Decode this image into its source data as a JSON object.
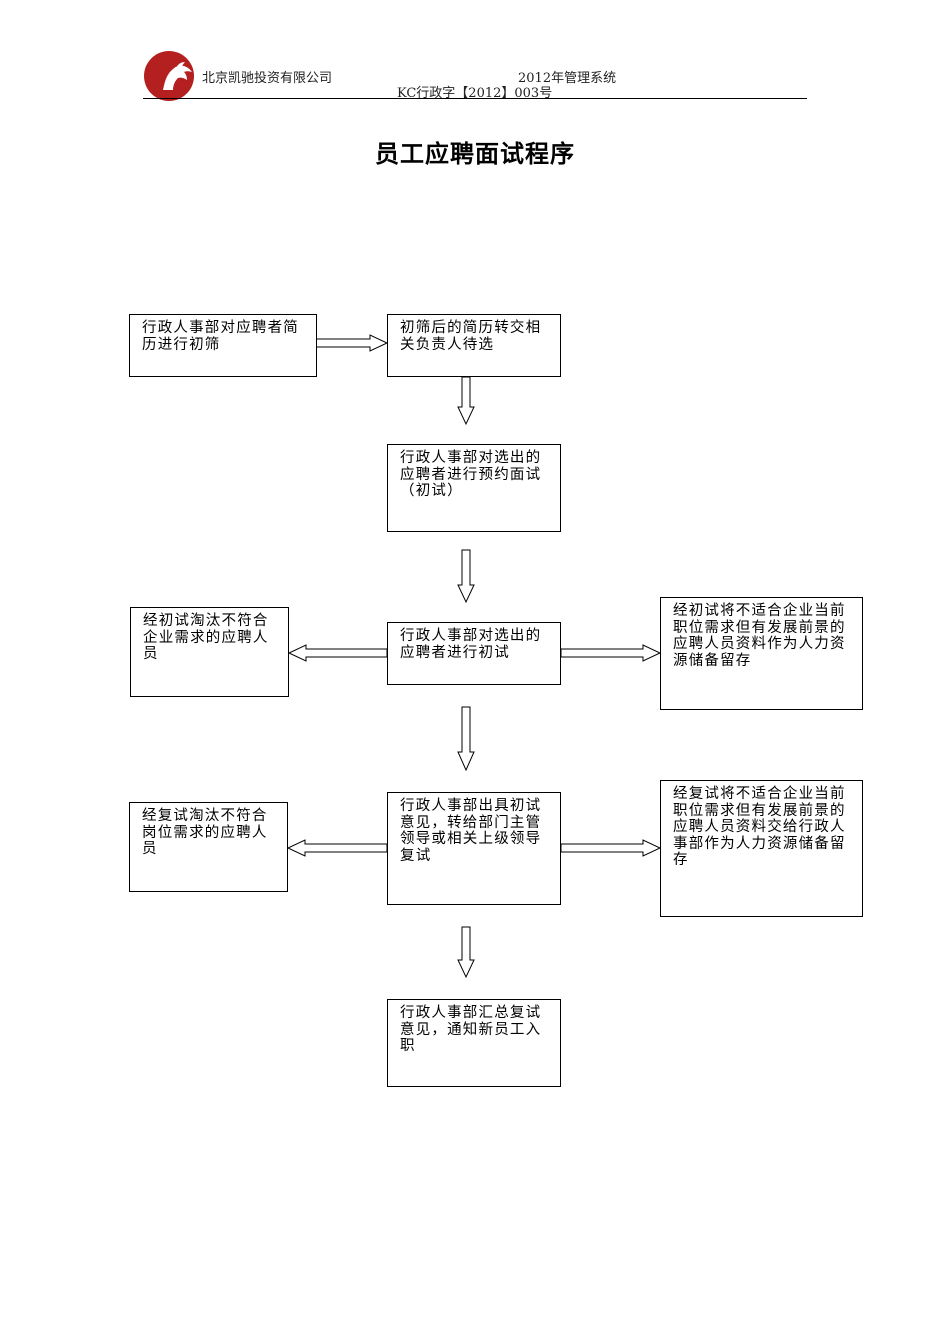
{
  "header": {
    "company": "北京凯驰投资有限公司",
    "system": "2012年管理系统",
    "doc_number": "KC行政字【2012】003号",
    "logo_color": "#b3201f"
  },
  "title": "员工应聘面试程序",
  "diagram": {
    "nodes": {
      "screen_resumes": "行政人事部对应聘者简历进行初筛",
      "forward_resumes": "初筛后的简历转交相关负责人待选",
      "schedule_first": "行政人事部对选出的应聘者进行预约面试（初试）",
      "first_interview": "行政人事部对选出的应聘者进行初试",
      "first_reject": "经初试淘汰不符合企业需求的应聘人员",
      "first_reserve": "经初试将不适合企业当前职位需求但有发展前景的应聘人员资料作为人力资源储备留存",
      "second_interview": "行政人事部出具初试意见，转给部门主管领导或相关上级领导复试",
      "second_reject": "经复试淘汰不符合岗位需求的应聘人员",
      "second_reserve": "经复试将不适合企业当前职位需求但有发展前景的应聘人员资料交给行政人事部作为人力资源储备留存",
      "onboard": "行政人事部汇总复试意见，通知新员工入职"
    },
    "edges": [
      {
        "from": "screen_resumes",
        "to": "forward_resumes"
      },
      {
        "from": "forward_resumes",
        "to": "schedule_first"
      },
      {
        "from": "schedule_first",
        "to": "first_interview"
      },
      {
        "from": "first_interview",
        "to": "first_reject"
      },
      {
        "from": "first_interview",
        "to": "first_reserve"
      },
      {
        "from": "first_interview",
        "to": "second_interview"
      },
      {
        "from": "second_interview",
        "to": "second_reject"
      },
      {
        "from": "second_interview",
        "to": "second_reserve"
      },
      {
        "from": "second_interview",
        "to": "onboard"
      }
    ]
  }
}
